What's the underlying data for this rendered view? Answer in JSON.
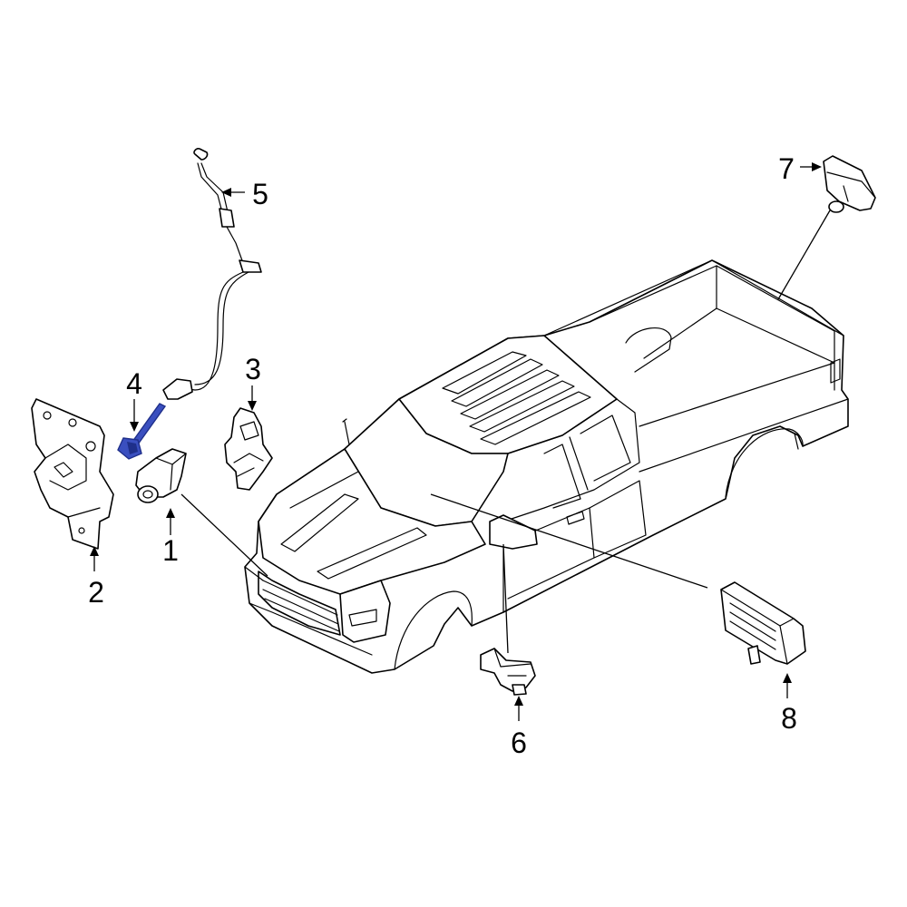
{
  "colors": {
    "background": "#ffffff",
    "line": "#000000",
    "highlight": "#3a4fbf",
    "highlight_dark": "#1f2f8a"
  },
  "callouts": [
    {
      "id": "1",
      "label": "1"
    },
    {
      "id": "2",
      "label": "2"
    },
    {
      "id": "3",
      "label": "3"
    },
    {
      "id": "4",
      "label": "4",
      "highlighted": true
    },
    {
      "id": "5",
      "label": "5"
    },
    {
      "id": "6",
      "label": "6"
    },
    {
      "id": "7",
      "label": "7"
    },
    {
      "id": "8",
      "label": "8"
    }
  ]
}
